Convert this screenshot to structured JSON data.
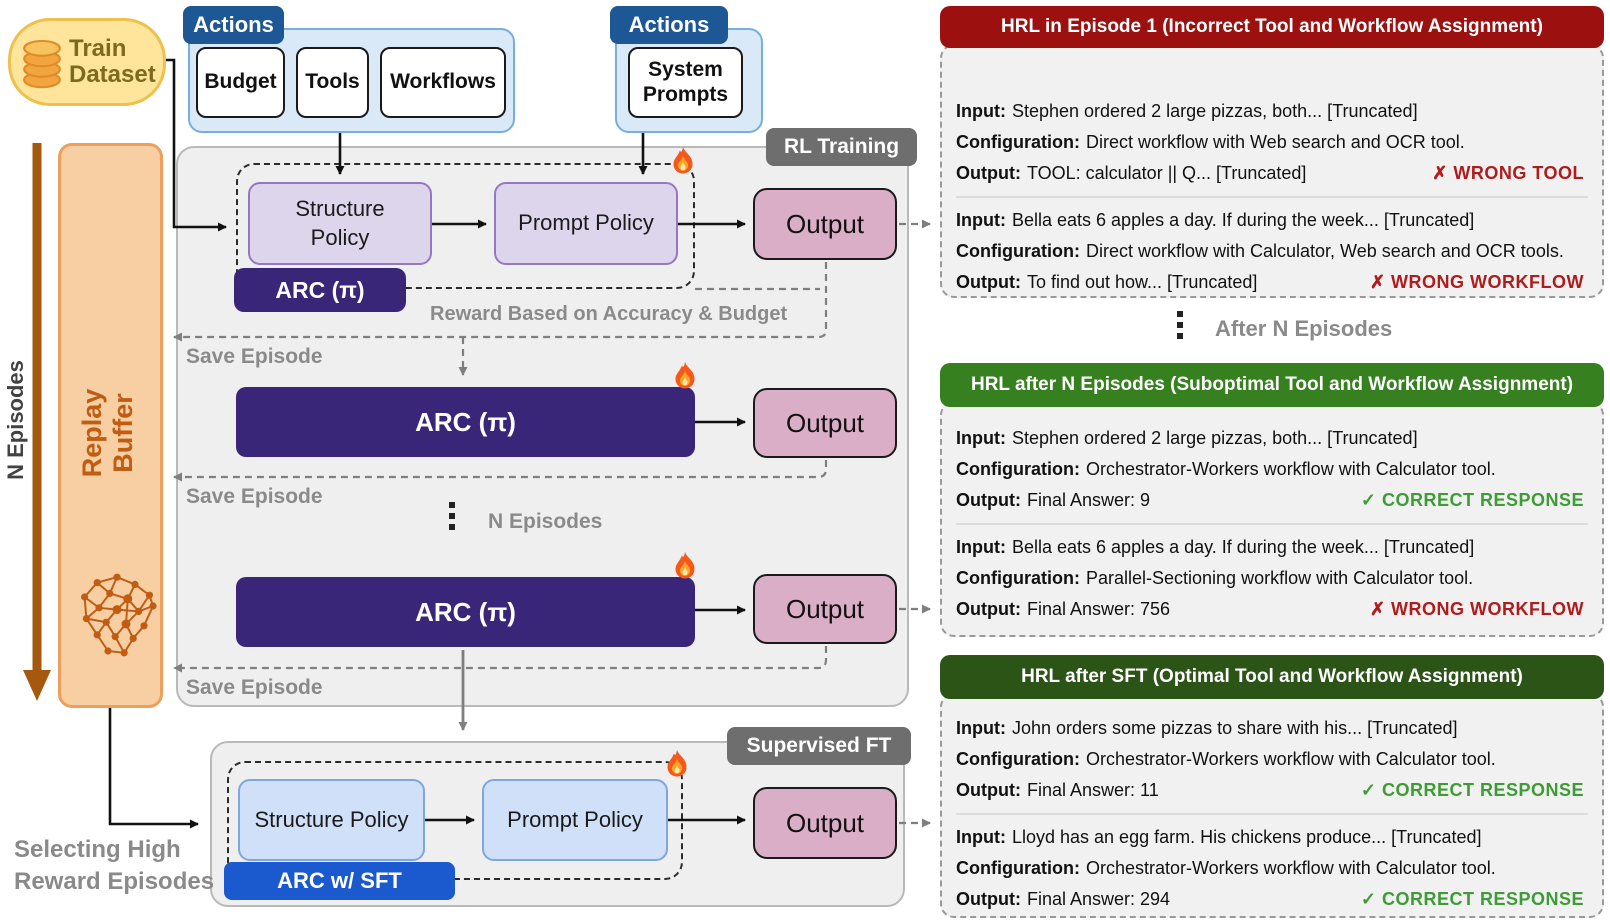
{
  "diagram": {
    "train_dataset": "Train Dataset",
    "action_groups": [
      {
        "title": "Actions",
        "items": [
          "Budget",
          "Tools",
          "Workflows"
        ]
      },
      {
        "title": "Actions",
        "items": [
          "System Prompts"
        ]
      }
    ],
    "section_labels": {
      "rl": "RL Training",
      "sft": "Supervised FT"
    },
    "policies": {
      "structure": "Structure Policy",
      "prompt": "Prompt Policy"
    },
    "arc_pi": "ARC (π)",
    "arc_sft": "ARC w/ SFT",
    "output": "Output",
    "reward_text": "Reward Based on Accuracy & Budget",
    "save_episode": "Save Episode",
    "n_episodes": "N Episodes",
    "replay_buffer_line1": "Replay",
    "replay_buffer_line2": "Buffer",
    "selecting_line1": "Selecting High",
    "selecting_line2": "Reward Episodes"
  },
  "examples": {
    "after_n_episodes": "After N Episodes",
    "field_labels": {
      "input": "Input:",
      "configuration": "Configuration:",
      "output": "Output:"
    },
    "panels": [
      {
        "title": "HRL in Episode 1 (Incorrect Tool and Workflow Assignment)",
        "header_color": "#9c1010",
        "entries": [
          {
            "input": "Stephen ordered 2 large pizzas, both... [Truncated]",
            "configuration": "Direct workflow with Web search and OCR tool.",
            "output": "TOOL: calculator || Q... [Truncated]",
            "status": "✗ WRONG TOOL",
            "status_type": "wrong"
          },
          {
            "input": "Bella eats 6 apples a day. If during the week... [Truncated]",
            "configuration": "Direct workflow with Calculator, Web search and OCR tools.",
            "output": "To find out how... [Truncated]",
            "status": "✗ WRONG WORKFLOW",
            "status_type": "wrong"
          }
        ]
      },
      {
        "title": "HRL after N Episodes (Suboptimal Tool and Workflow Assignment)",
        "header_color": "#36801f",
        "entries": [
          {
            "input": "Stephen ordered 2 large pizzas, both... [Truncated]",
            "configuration": "Orchestrator-Workers workflow with Calculator tool.",
            "output": "Final Answer: 9",
            "status": "✓ CORRECT RESPONSE",
            "status_type": "correct"
          },
          {
            "input": "Bella eats 6 apples a day. If during the week... [Truncated]",
            "configuration": "Parallel-Sectioning workflow with Calculator tool.",
            "output": "Final Answer: 756",
            "status": "✗ WRONG WORKFLOW",
            "status_type": "wrong"
          }
        ]
      },
      {
        "title": "HRL after SFT (Optimal Tool and Workflow Assignment)",
        "header_color": "#2c5417",
        "entries": [
          {
            "input": "John orders some pizzas to share with his... [Truncated]",
            "configuration": "Orchestrator-Workers workflow with Calculator tool.",
            "output": "Final Answer: 11",
            "status": "✓ CORRECT RESPONSE",
            "status_type": "correct"
          },
          {
            "input": "Lloyd has an egg farm. His chickens produce... [Truncated]",
            "configuration": "Orchestrator-Workers workflow with Calculator tool.",
            "output": "Final Answer: 294",
            "status": "✓ CORRECT RESPONSE",
            "status_type": "correct"
          }
        ]
      }
    ]
  },
  "icons": {
    "fire": "flame",
    "database": "coin-stack-database",
    "network": "node-edge-graph",
    "vertical_dots": "⋮"
  },
  "colors": {
    "actions_header": "#1d5795",
    "arc_purple": "#392678",
    "arc_sft_blue": "#1b5ace",
    "output_pink": "#d9aec6",
    "replay_orange": "#c05c13",
    "panel_red": "#9c1010",
    "panel_green": "#36801f",
    "panel_dark_green": "#2c5417",
    "wrong": "#ae1c1c",
    "correct": "#3f9b35"
  }
}
